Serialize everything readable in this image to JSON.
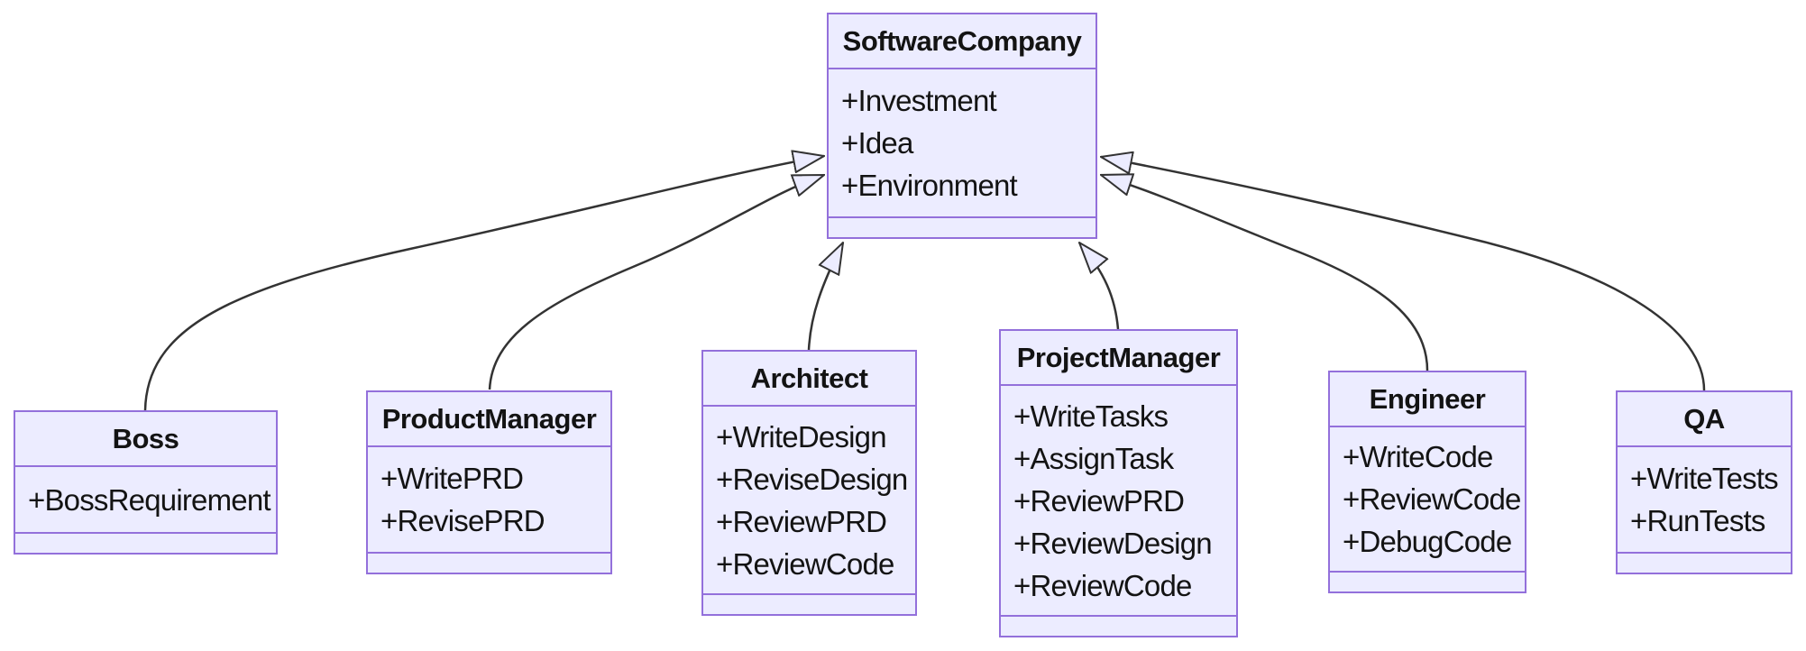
{
  "diagram": {
    "type": "uml-class-diagram",
    "colors": {
      "background": "#FFFFFF",
      "class_fill": "#ECECFF",
      "class_border": "#9370DB",
      "edge_line": "#333333",
      "text": "#131313"
    },
    "classes": [
      {
        "name": "SoftwareCompany",
        "members": [
          "+Investment",
          "+Idea",
          "+Environment"
        ]
      },
      {
        "name": "Boss",
        "members": [
          "+BossRequirement"
        ]
      },
      {
        "name": "ProductManager",
        "members": [
          "+WritePRD",
          "+RevisePRD"
        ]
      },
      {
        "name": "Architect",
        "members": [
          "+WriteDesign",
          "+ReviseDesign",
          "+ReviewPRD",
          "+ReviewCode"
        ]
      },
      {
        "name": "ProjectManager",
        "members": [
          "+WriteTasks",
          "+AssignTask",
          "+ReviewPRD",
          "+ReviewDesign",
          "+ReviewCode"
        ]
      },
      {
        "name": "Engineer",
        "members": [
          "+WriteCode",
          "+ReviewCode",
          "+DebugCode"
        ]
      },
      {
        "name": "QA",
        "members": [
          "+WriteTests",
          "+RunTests"
        ]
      }
    ],
    "relations": [
      {
        "from": "Boss",
        "to": "SoftwareCompany",
        "type": "inheritance"
      },
      {
        "from": "ProductManager",
        "to": "SoftwareCompany",
        "type": "inheritance"
      },
      {
        "from": "Architect",
        "to": "SoftwareCompany",
        "type": "inheritance"
      },
      {
        "from": "ProjectManager",
        "to": "SoftwareCompany",
        "type": "inheritance"
      },
      {
        "from": "Engineer",
        "to": "SoftwareCompany",
        "type": "inheritance"
      },
      {
        "from": "QA",
        "to": "SoftwareCompany",
        "type": "inheritance"
      }
    ]
  }
}
